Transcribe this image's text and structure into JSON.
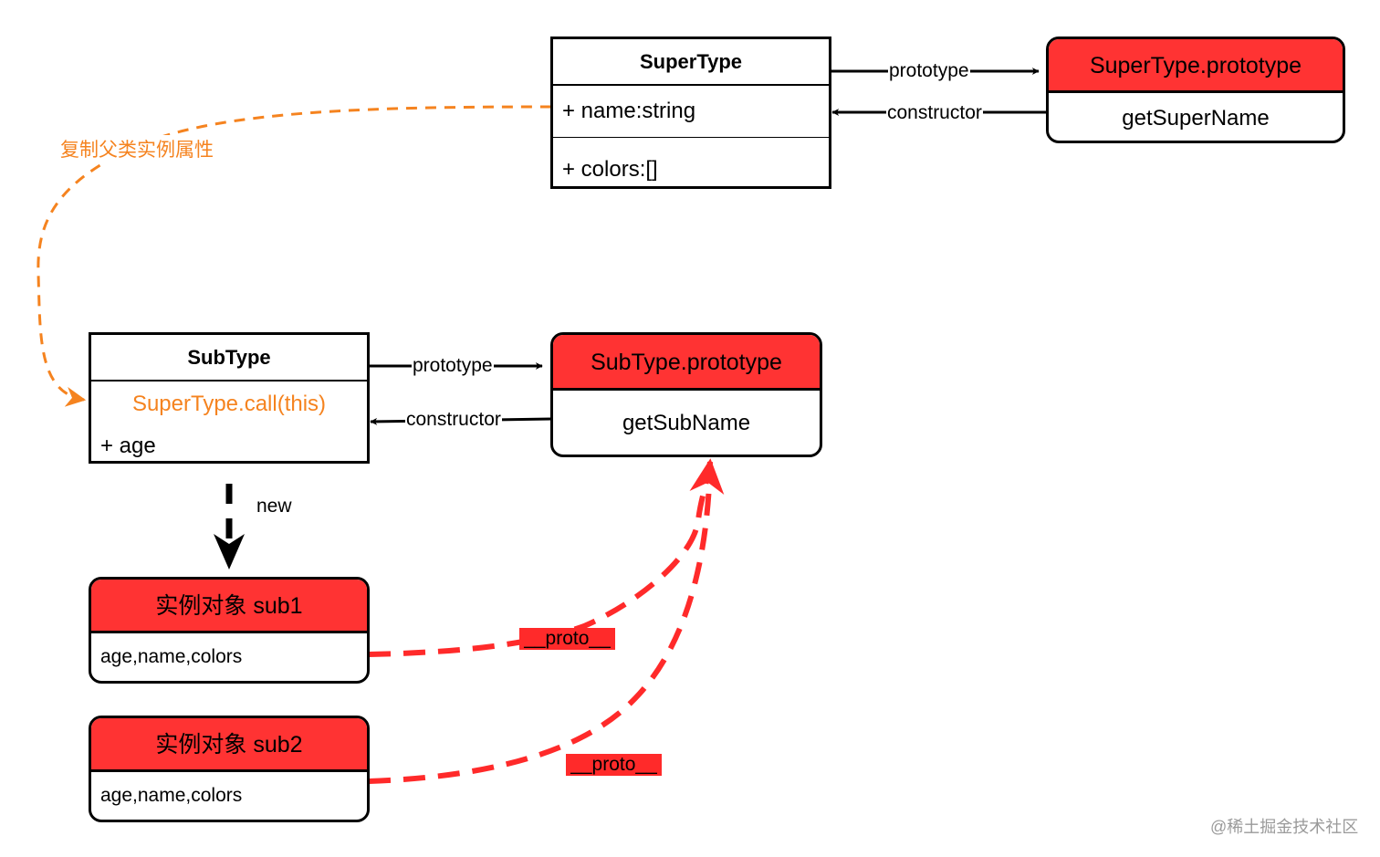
{
  "colors": {
    "class_header_fill": "#ff3333",
    "orange": "#f5831f",
    "proto_red": "#ff2a2a",
    "stroke": "#000000"
  },
  "super_type": {
    "name": "SuperType",
    "fields": [
      "+ name:string",
      "+ colors:[]"
    ]
  },
  "super_prototype": {
    "title": "SuperType.prototype",
    "method": "getSuperName"
  },
  "sub_type": {
    "name": "SubType",
    "call": "SuperType.call(this)",
    "field": "+ age"
  },
  "sub_prototype": {
    "title": "SubType.prototype",
    "method": "getSubName"
  },
  "instances": [
    {
      "title": "实例对象 sub1",
      "props": "age,name,colors"
    },
    {
      "title": "实例对象 sub2",
      "props": "age,name,colors"
    }
  ],
  "edges": {
    "prototype": "prototype",
    "constructor": "constructor",
    "new": "new",
    "proto": "__proto__",
    "copy_props": "复制父类实例属性"
  },
  "watermark": "@稀土掘金技术社区"
}
